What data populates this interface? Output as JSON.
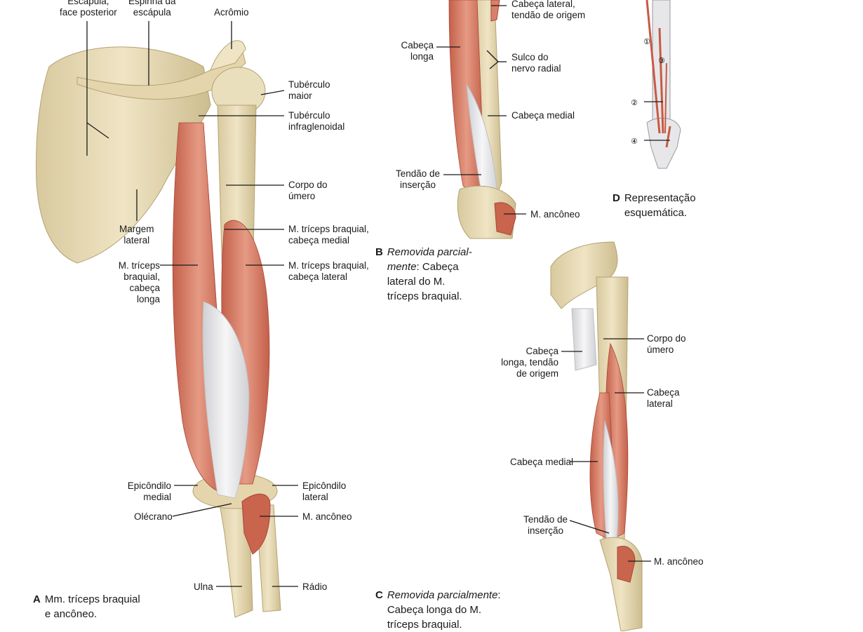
{
  "panel_a": {
    "labels": {
      "escapula_face": "Escápula,\nface posterior",
      "espinha": "Espinha da\nescápula",
      "acromio": "Acrômio",
      "tuberculo_maior": "Tubérculo\nmaior",
      "tuberculo_infraglenoidal": "Tubérculo\ninfraglenoidal",
      "corpo_umero": "Corpo do\número",
      "triceps_medial": "M. tríceps braquial,\ncabeça medial",
      "triceps_lateral": "M. tríceps braquial,\ncabeça lateral",
      "margem_lateral": "Margem\nlateral",
      "triceps_longa": "M. tríceps\nbraquial,\ncabeça longa",
      "epicondilo_medial": "Epicôndilo\nmedial",
      "olecrano": "Olécrano",
      "epicondilo_lateral": "Epicôndilo\nlateral",
      "anconeo": "M. ancôneo",
      "ulna": "Ulna",
      "radio": "Rádio"
    },
    "caption_letter": "A",
    "caption_text": "Mm. tríceps braquial\ne ancôneo."
  },
  "panel_b": {
    "labels": {
      "cabeca_lateral_origem": "Cabeça lateral,\ntendão de origem",
      "cabeca_longa": "Cabeça\nlonga",
      "sulco_radial": "Sulco do\nnervo radial",
      "cabeca_medial": "Cabeça medial",
      "tendao_insercao": "Tendão de\ninserção",
      "anconeo": "M. ancôneo"
    },
    "caption_letter": "B",
    "caption_italic": "Removida parcial-\nmente",
    "caption_rest": ": Cabeça\nlateral do M.\ntríceps braquial."
  },
  "panel_c": {
    "labels": {
      "cabeca_longa_origem": "Cabeça\nlonga, tendão\nde origem",
      "corpo_umero": "Corpo do\número",
      "cabeca_lateral": "Cabeça\nlateral",
      "cabeca_medial": "Cabeça medial",
      "tendao_insercao": "Tendão de\ninserção",
      "anconeo": "M. ancôneo"
    },
    "caption_letter": "C",
    "caption_italic": "Removida parcialmente",
    "caption_rest": ":\nCabeça longa do M.\ntríceps braquial."
  },
  "panel_d": {
    "markers": [
      "①",
      "②",
      "③",
      "④"
    ],
    "caption_letter": "D",
    "caption_text": "Representação\nesquemática."
  },
  "colors": {
    "bone": "#e9dcb8",
    "bone_shadow": "#c9b98c",
    "muscle": "#d9806a",
    "muscle_dark": "#b9553f",
    "tendon": "#e8e8ea"
  }
}
